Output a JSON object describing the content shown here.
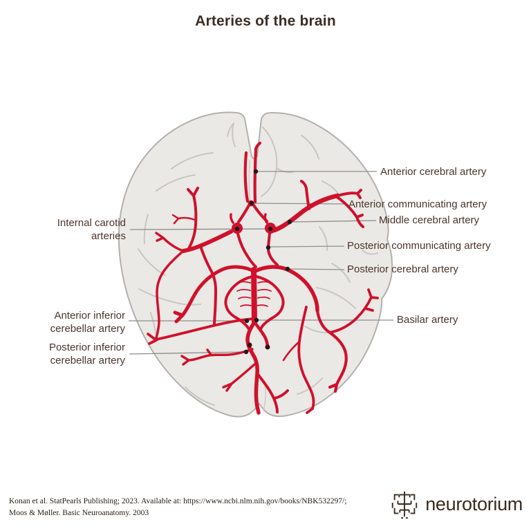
{
  "title": "Arteries of the brain",
  "labels": {
    "anterior_cerebral": "Anterior cerebral artery",
    "anterior_communicating": "Anterior communicating artery",
    "middle_cerebral": "Middle cerebral artery",
    "posterior_communicating": "Posterior communicating artery",
    "posterior_cerebral": "Posterior cerebral artery",
    "basilar": "Basilar artery",
    "internal_carotid": "Internal carotid arteries",
    "anterior_inferior_cerebellar": "Anterior inferior cerebellar artery",
    "posterior_inferior_cerebellar": "Posterior inferior cerebellar artery"
  },
  "footer": {
    "citation_line1": "Konan et al. StatPearls Publishing; 2023. Available at: https://www.ncbi.nlm.nih.gov/books/NBK532297/;",
    "citation_line2": "Moos & Møller. Basic Neuroanatomy. 2003",
    "logo_text": "neurotorium"
  },
  "colors": {
    "artery_red": "#d0112c",
    "brain_fill": "#ebe9e6",
    "brain_outline": "#b3b0ac",
    "sulci": "#c9c6c2",
    "leader_line": "#8f8d8a",
    "leader_dot": "#1c1c1c",
    "label_text": "#4b342a",
    "title_text": "#3c2d24",
    "citation_text": "#241b11",
    "logo_color": "#3a2b1c"
  }
}
